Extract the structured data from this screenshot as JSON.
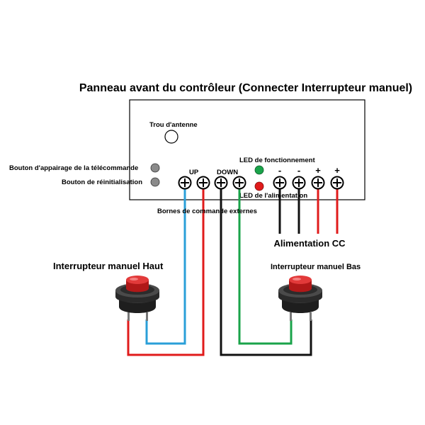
{
  "title": "Panneau avant du contrôleur (Connecter Interrupteur manuel)",
  "labels": {
    "antenna": "Trou d'antenne",
    "pairing_button": "Bouton d'appairage de la télécommande",
    "reset_button": "Bouton de réinitialisation",
    "up": "UP",
    "down": "DOWN",
    "led_running": "LED de fonctionnement",
    "led_power": "LED de l'alimentation",
    "command_terminals": "Bornes de commande externes",
    "power_supply": "Alimentation CC",
    "switch_up": "Interrupteur manuel Haut",
    "switch_down": "Interrupteur manuel Bas"
  },
  "polarity": [
    "-",
    "-",
    "+",
    "+"
  ],
  "colors": {
    "wire_blue": "#2a9fd8",
    "wire_red": "#e01b1b",
    "wire_green": "#1aa34a",
    "wire_black": "#111111",
    "led_green": "#1aa34a",
    "led_red": "#e01b1b",
    "button_grey": "#8a8a8a",
    "switch_cap_red": "#cc1f1f"
  }
}
